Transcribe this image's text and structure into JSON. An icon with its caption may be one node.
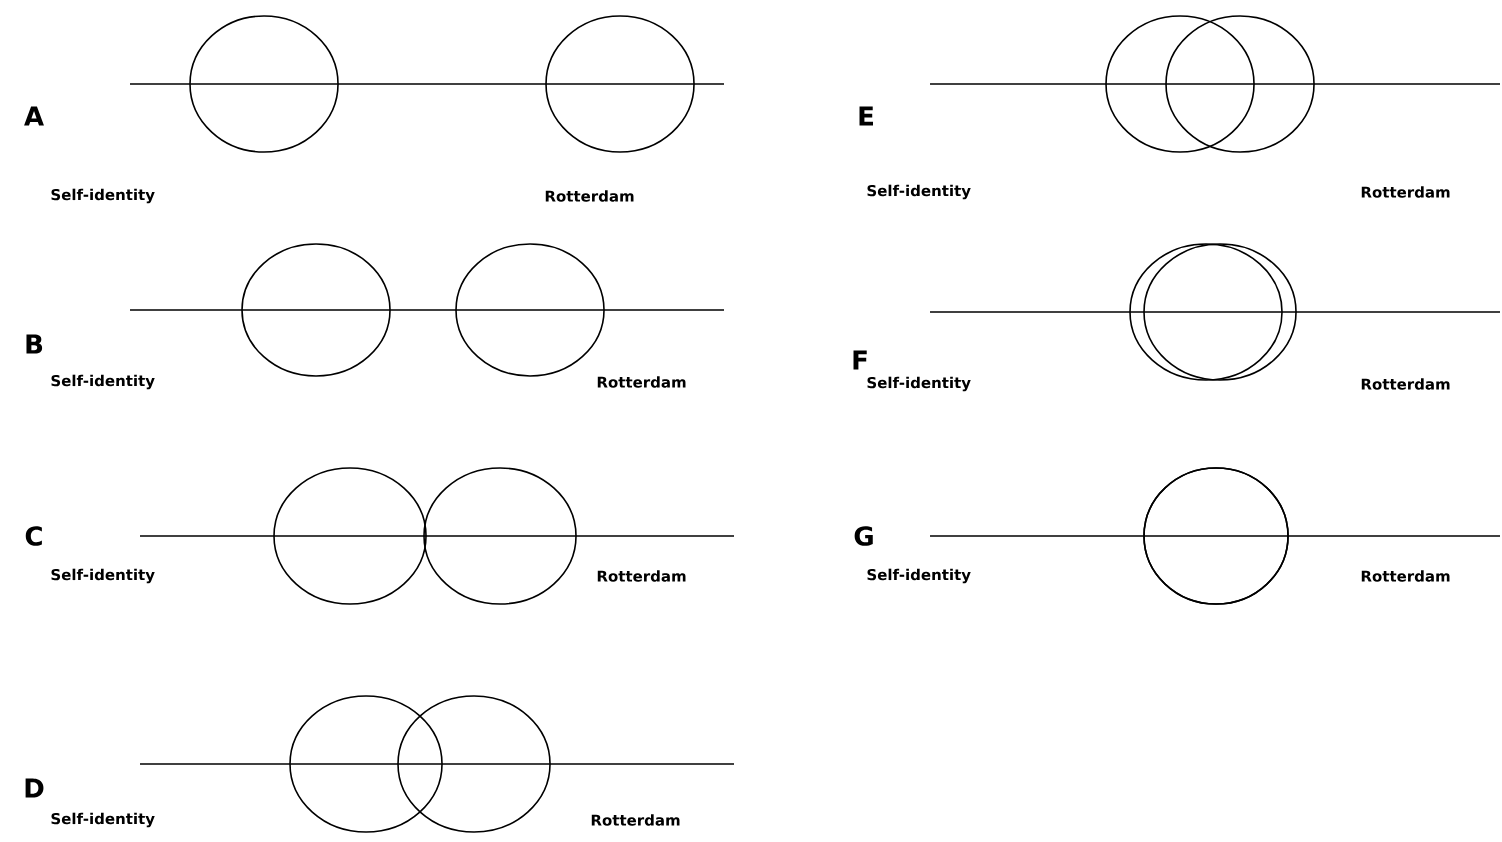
{
  "diagram": {
    "labels": [
      "A",
      "Self-identity",
      "Rotterdam",
      "E",
      "Self-identity",
      "Rotterdam",
      "B",
      "Self-identity",
      "Rotterdam",
      "F",
      "Self-identity",
      "Rotterdam",
      "C",
      "Self-identity",
      "Rotterdam",
      "G",
      "Self-identity",
      "Rotterdam",
      "D",
      "Self-identity",
      "Rotterdam"
    ]
  }
}
